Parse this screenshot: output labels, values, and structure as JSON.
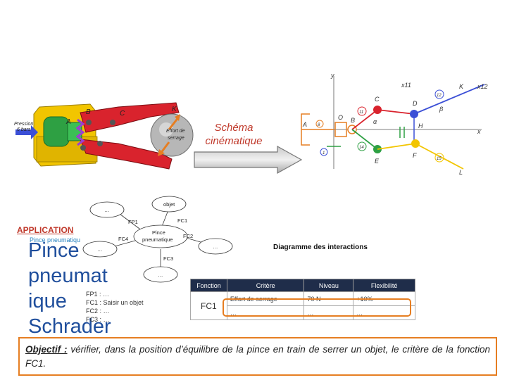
{
  "pince": {
    "pression_line1": "Pression",
    "pression_line2": "6 bars",
    "label_a": "A",
    "label_b": "B",
    "label_c": "C",
    "label_k": "K",
    "effort_line1": "Effort de",
    "effort_line2": "serrage"
  },
  "schema": {
    "label_line1": "Schéma",
    "label_line2": "cinématique"
  },
  "kinematic": {
    "y": "y",
    "x": "x",
    "x11": "x11",
    "x12": "x12",
    "A": "A",
    "O": "O",
    "B": "B",
    "C": "C",
    "D": "D",
    "K": "K",
    "H": "H",
    "E": "E",
    "F": "F",
    "L": "L",
    "alpha": "α",
    "beta": "β",
    "n8": "8",
    "n11": "11",
    "n12": "12",
    "n14": "14",
    "n1": "1",
    "n15": "15"
  },
  "interactions": {
    "title": "Diagramme des interactions",
    "objet": "objet",
    "pince_line1": "Pince",
    "pince_line2": "pneumatique",
    "fp1": "FP1",
    "fc1": "FC1",
    "fc2": "FC2",
    "fc3": "FC3",
    "fc4": "FC4",
    "dots": "…"
  },
  "application": {
    "label": "APPLICATION",
    "subtitle": "Pince pneumatique Schrader",
    "title_lines": [
      "Pince",
      "pneumat",
      "ique",
      "Schrader"
    ]
  },
  "fp_list": [
    "FP1 : …",
    "FC1 : Saisir un objet",
    "FC2 : …",
    "FC3 : …"
  ],
  "table": {
    "headers": [
      "Fonction",
      "Critère",
      "Niveau",
      "Flexibilité"
    ],
    "rows": [
      [
        "FC1",
        "Effort de serrage",
        "70 N",
        "+10%"
      ],
      [
        "",
        "…",
        "…",
        "…"
      ]
    ]
  },
  "objectif": {
    "lead": "Objectif :",
    "text": " vérifier, dans la position d’équilibre de la pince en train de serrer un objet, le critère de la fonction FC1."
  },
  "colors": {
    "red_part": "#d9232d",
    "yellow_part": "#f2c500",
    "green_part": "#2ea043",
    "blue_link": "#3b4fd6",
    "orange_highlight": "#e67e22",
    "title_blue": "#1f4e9c"
  }
}
